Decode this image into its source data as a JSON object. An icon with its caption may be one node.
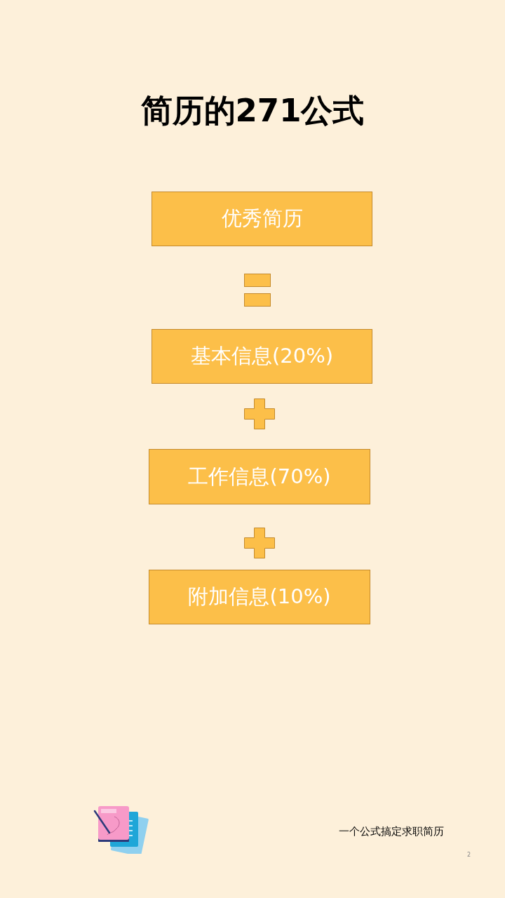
{
  "diagram": {
    "title": "简历的271公式",
    "nodes": [
      {
        "text": [
          "优秀简历"
        ]
      },
      {
        "text": [
          "基本信息(20%)"
        ]
      },
      {
        "text": [
          "工作信息(70%)"
        ]
      },
      {
        "text": [
          "附加信息(10%)"
        ]
      }
    ],
    "labels": [
      "一个公式搞定求职简历",
      "2"
    ]
  }
}
